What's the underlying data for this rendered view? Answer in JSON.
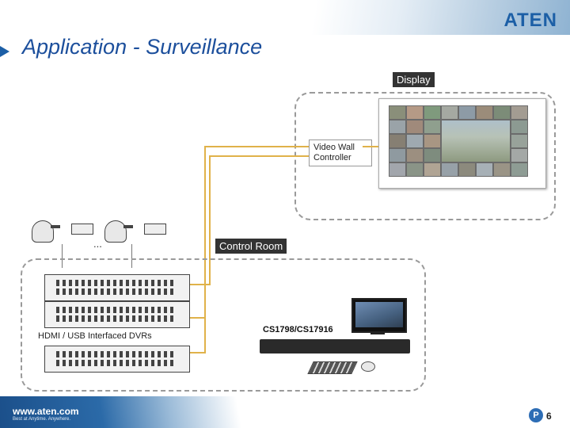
{
  "brand": {
    "logo": "ATEN"
  },
  "title": "Application - Surveillance",
  "labels": {
    "display": "Display",
    "video_wall_controller": "Video Wall Controller",
    "control_room": "Control Room",
    "dvrs": "HDMI / USB Interfaced DVRs",
    "kvm_model": "CS1798/CS17916",
    "ellipsis": "..."
  },
  "footer": {
    "url": "www.aten.com",
    "tagline": "Best at Anytime. Anywhere.",
    "page_badge": "P",
    "page_number": "6"
  },
  "colors": {
    "brand_blue": "#1c5fa6",
    "wire": "#e0b24a",
    "dashed": "#9a9a9a"
  }
}
